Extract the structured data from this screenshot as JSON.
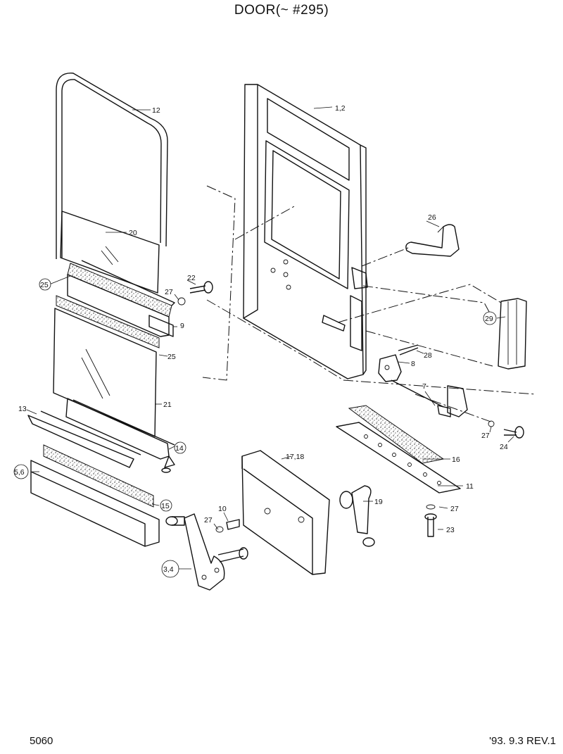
{
  "header": {
    "title": "DOOR(~ #295)"
  },
  "footer": {
    "page_number": "5060",
    "revision": "'93. 9.3 REV.1"
  },
  "callouts": [
    {
      "id": "c12",
      "text": "12"
    },
    {
      "id": "c12door",
      "text": "1,2"
    },
    {
      "id": "c20",
      "text": "20"
    },
    {
      "id": "c26",
      "text": "26"
    },
    {
      "id": "c25a",
      "text": "25"
    },
    {
      "id": "c22",
      "text": "22"
    },
    {
      "id": "c27a",
      "text": "27"
    },
    {
      "id": "c9",
      "text": "9"
    },
    {
      "id": "c29",
      "text": "29"
    },
    {
      "id": "c25b",
      "text": "25"
    },
    {
      "id": "c28",
      "text": "28"
    },
    {
      "id": "c8",
      "text": "8"
    },
    {
      "id": "c7",
      "text": "7"
    },
    {
      "id": "c21",
      "text": "21"
    },
    {
      "id": "c13",
      "text": "13"
    },
    {
      "id": "c27b",
      "text": "27"
    },
    {
      "id": "c24",
      "text": "24"
    },
    {
      "id": "c14",
      "text": "14"
    },
    {
      "id": "c16",
      "text": "16"
    },
    {
      "id": "c1718",
      "text": "17,18"
    },
    {
      "id": "c56",
      "text": "5,6"
    },
    {
      "id": "c11",
      "text": "11"
    },
    {
      "id": "c19",
      "text": "19"
    },
    {
      "id": "c15",
      "text": "15"
    },
    {
      "id": "c10",
      "text": "10"
    },
    {
      "id": "c27c",
      "text": "27"
    },
    {
      "id": "c27d",
      "text": "27"
    },
    {
      "id": "c23",
      "text": "23"
    },
    {
      "id": "c34",
      "text": "3,4"
    }
  ]
}
